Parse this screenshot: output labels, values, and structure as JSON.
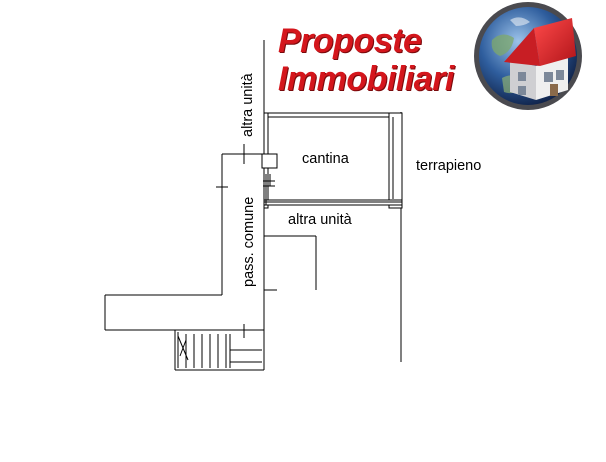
{
  "brand": {
    "line1": "Proposte",
    "line2": "Immobiliari"
  },
  "logo": {
    "icon": "house-on-globe-icon",
    "colors": {
      "roof": "#d8232a",
      "house": "#e9e9ea",
      "globe": "#2f5e9e",
      "ring": "#4a4a4f"
    }
  },
  "plan": {
    "room_label": "cantina",
    "neighbor_top": "altra unità",
    "neighbor_bottom": "altra unità",
    "passage_label": "pass. comune",
    "embankment_label": "terrapieno"
  }
}
